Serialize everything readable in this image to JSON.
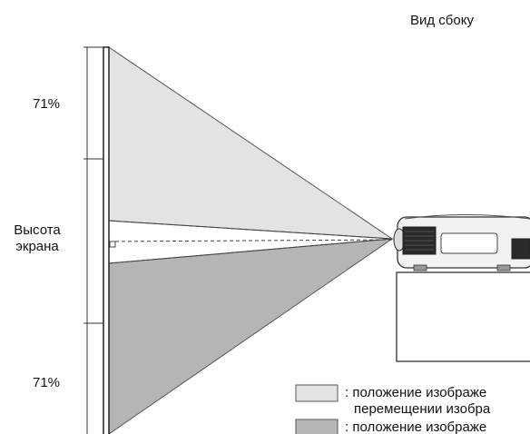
{
  "title": "Вид сбоку",
  "labels": {
    "percent_up": "71%",
    "screen_height_line1": "Высота",
    "screen_height_line2": "экрана",
    "percent_down": "71%"
  },
  "legend": [
    {
      "line1": ": положение изображе",
      "line2": "перемещении изобра",
      "color": "#e3e3e3"
    },
    {
      "line1": ": положение изображе",
      "color": "#b5b5b5"
    }
  ],
  "colors": {
    "light_region": "#e3e3e3",
    "dark_region": "#b5b5b5",
    "projector_body": "#f2f2f2",
    "projector_vent": "#2a2a2a"
  }
}
